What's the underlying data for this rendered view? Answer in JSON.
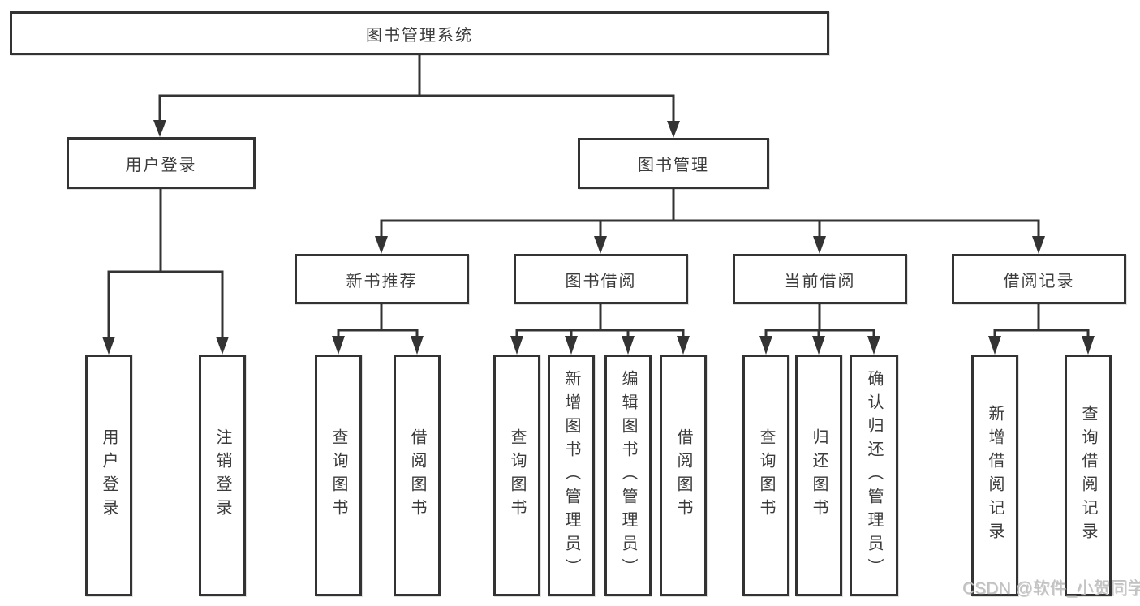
{
  "diagram": {
    "title": "图书管理系统",
    "level2": {
      "user_login": "用户登录",
      "book_management": "图书管理"
    },
    "level3": {
      "new_books": "新书推荐",
      "book_borrowing": "图书借阅",
      "current_borrowing": "当前借阅",
      "borrowing_records": "借阅记录"
    },
    "leaves": {
      "user_login": [
        "用户登录",
        "注销登录"
      ],
      "new_books": [
        "查询图书",
        "借阅图书"
      ],
      "book_borrowing": [
        "查询图书",
        "新增图书（管理员）",
        "编辑图书（管理员）",
        "借阅图书"
      ],
      "current_borrowing": [
        "查询图书",
        "归还图书",
        "确认归还（管理员）"
      ],
      "borrowing_records": [
        "新增借阅记录",
        "查询借阅记录"
      ]
    }
  },
  "watermark": "CSDN @软件_小贺同学",
  "colors": {
    "line": "#333333",
    "text": "#3b3b3b",
    "background": "#ffffff",
    "watermark": "#c1c1c1"
  }
}
